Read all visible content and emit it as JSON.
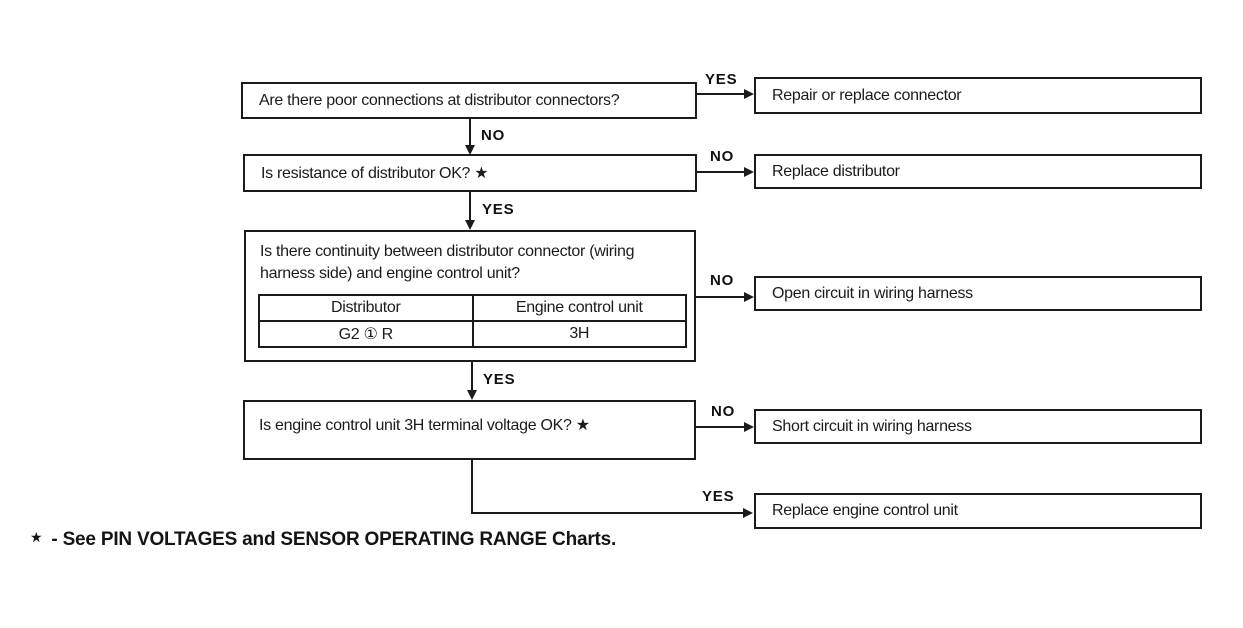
{
  "diagram": {
    "title": "Distributor / engine control unit troubleshooting flowchart",
    "questions": [
      {
        "id": "q1",
        "text": "Are there poor connections at distributor connectors?"
      },
      {
        "id": "q2",
        "text": "Is resistance of distributor OK? ★"
      },
      {
        "id": "q3",
        "text": "Is there continuity between distributor connector (wiring harness side) and engine control unit?",
        "table": {
          "headers": [
            "Distributor",
            "Engine control unit"
          ],
          "rows": [
            [
              "G2 ① R",
              "3H"
            ]
          ]
        }
      },
      {
        "id": "q4",
        "text": "Is engine control unit 3H terminal voltage OK? ★"
      }
    ],
    "results": [
      {
        "id": "r1",
        "text": "Repair or replace connector",
        "branch": "YES"
      },
      {
        "id": "r2",
        "text": "Replace distributor",
        "branch": "NO"
      },
      {
        "id": "r3",
        "text": "Open circuit in wiring harness",
        "branch": "NO"
      },
      {
        "id": "r4",
        "text": "Short circuit in wiring harness",
        "branch": "NO"
      },
      {
        "id": "r5",
        "text": "Replace engine control unit",
        "branch": "YES"
      }
    ],
    "connectors": [
      {
        "from": "q1",
        "to": "r1",
        "label": "YES"
      },
      {
        "from": "q1",
        "to": "q2",
        "label": "NO"
      },
      {
        "from": "q2",
        "to": "r2",
        "label": "NO"
      },
      {
        "from": "q2",
        "to": "q3",
        "label": "YES"
      },
      {
        "from": "q3",
        "to": "r3",
        "label": "NO"
      },
      {
        "from": "q3",
        "to": "q4",
        "label": "YES"
      },
      {
        "from": "q4",
        "to": "r4",
        "label": "NO"
      },
      {
        "from": "q4",
        "to": "r5",
        "label": "YES"
      }
    ],
    "footnote": {
      "marker": "★",
      "text": "- See PIN VOLTAGES and SENSOR OPERATING RANGE Charts."
    },
    "colors": {
      "ink": "#1b1b1b",
      "background": "#ffffff"
    }
  }
}
